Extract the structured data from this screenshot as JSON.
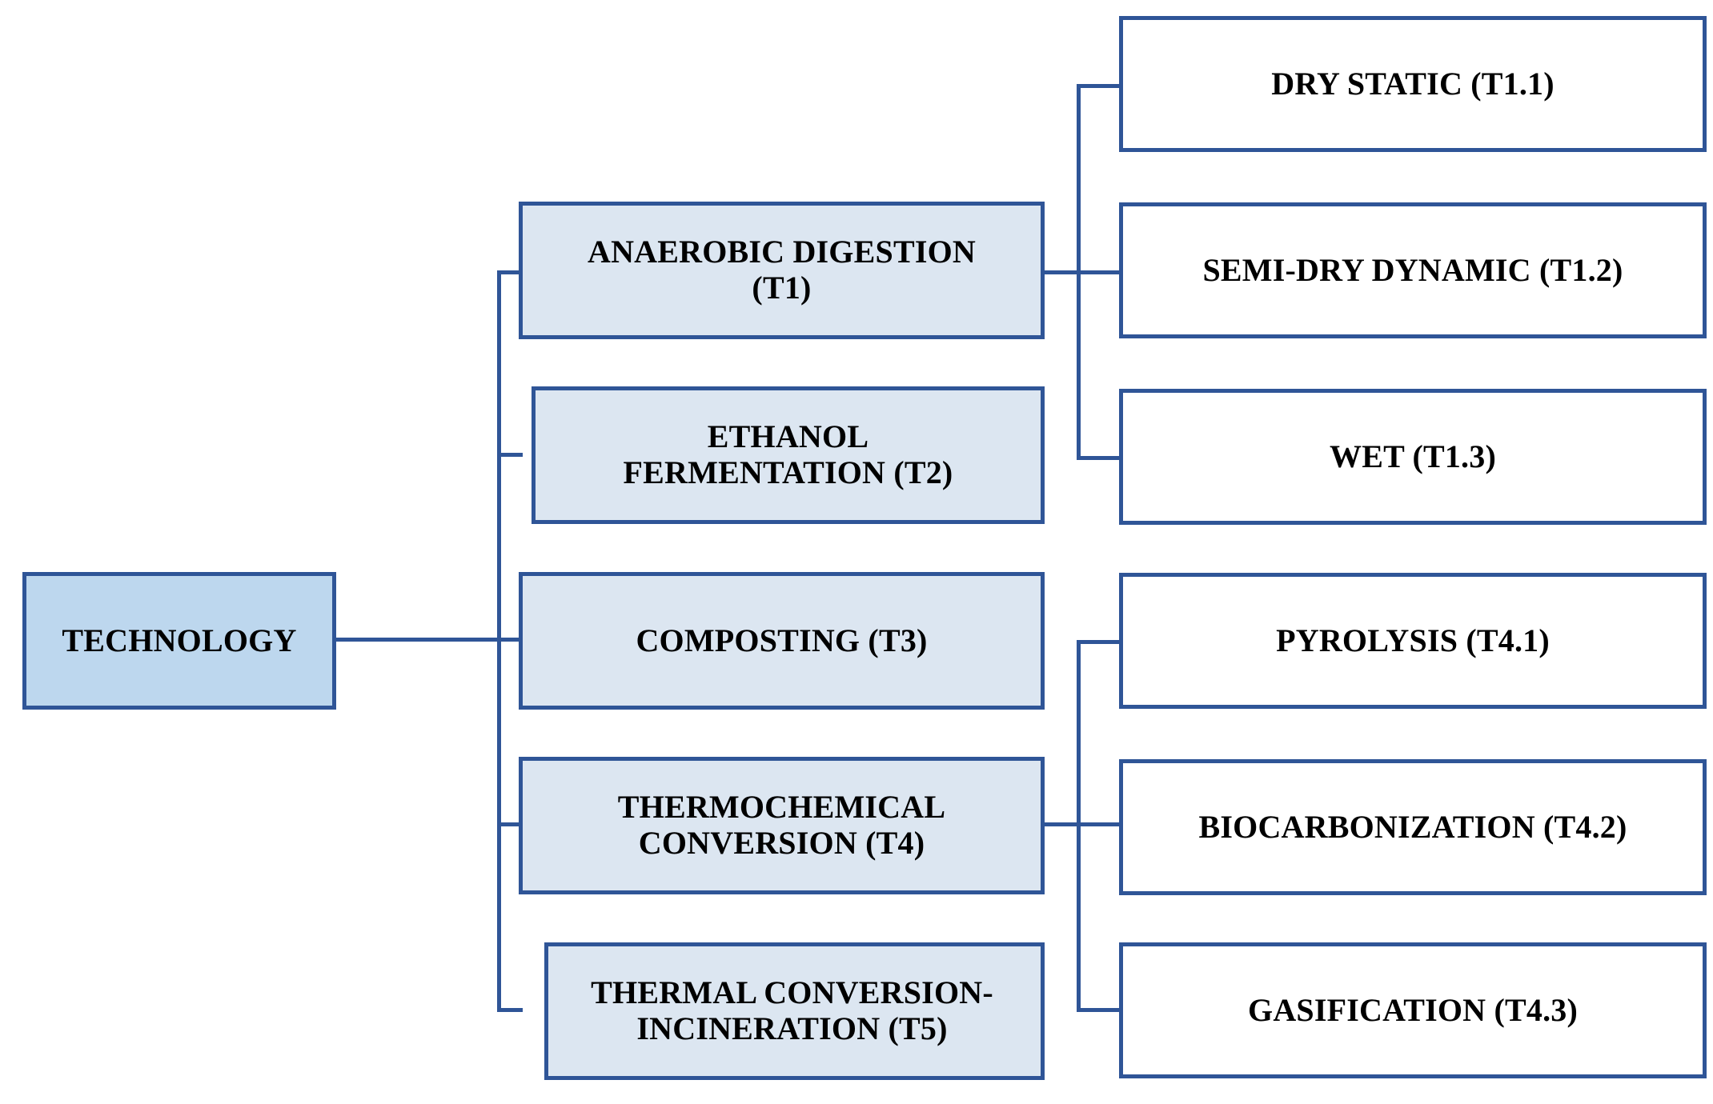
{
  "diagram": {
    "title": "TECHNOLOGY",
    "type": "hierarchy-tree",
    "colors": {
      "root_fill": "#bdd7ee",
      "branch_fill": "#dce6f1",
      "leaf_fill": "#ffffff",
      "border": "#2f5597",
      "text": "#000000",
      "background": "#ffffff"
    }
  },
  "root": {
    "label": "TECHNOLOGY",
    "code": ""
  },
  "branches": [
    {
      "label": "ANAEROBIC DIGESTION\n(T1)",
      "code": "T1"
    },
    {
      "label": "ETHANOL\nFERMENTATION (T2)",
      "code": "T2"
    },
    {
      "label": "COMPOSTING (T3)",
      "code": "T3"
    },
    {
      "label": "THERMOCHEMICAL\nCONVERSION (T4)",
      "code": "T4"
    },
    {
      "label": "THERMAL CONVERSION-\nINCINERATION (T5)",
      "code": "T5"
    }
  ],
  "leaves_t1": [
    {
      "label": "DRY STATIC (T1.1)",
      "code": "T1.1"
    },
    {
      "label": "SEMI-DRY DYNAMIC (T1.2)",
      "code": "T1.2"
    },
    {
      "label": "WET (T1.3)",
      "code": "T1.3"
    }
  ],
  "leaves_t4": [
    {
      "label": "PYROLYSIS (T4.1)",
      "code": "T4.1"
    },
    {
      "label": "BIOCARBONIZATION (T4.2)",
      "code": "T4.2"
    },
    {
      "label": "GASIFICATION (T4.3)",
      "code": "T4.3"
    }
  ]
}
